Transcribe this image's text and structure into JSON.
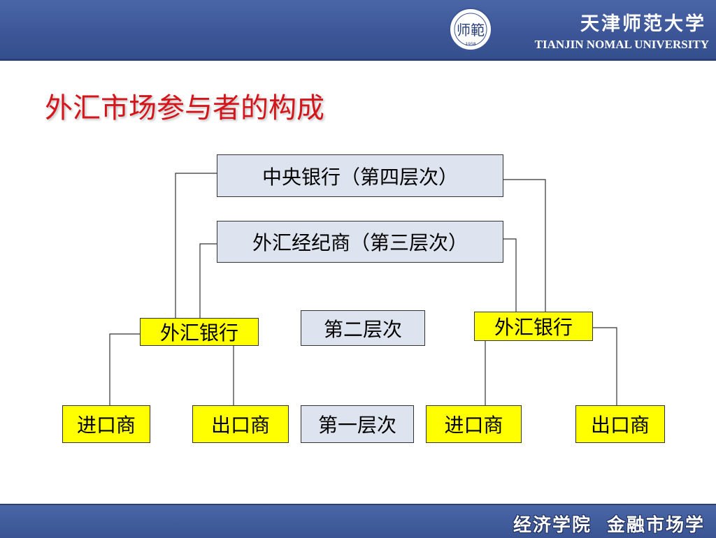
{
  "header": {
    "university_cn": "天津师范大学",
    "university_en": "TIANJIN NOMAL UNIVERSITY",
    "logo_text": "师範",
    "logo_year": "1958",
    "brand_color": "#3c5596"
  },
  "title": "外汇市场参与者的构成",
  "diagram": {
    "central_bank": "中央银行（第四层次）",
    "broker": "外汇经纪商（第三层次）",
    "fx_bank_left": "外汇银行",
    "level_two": "第二层次",
    "fx_bank_right": "外汇银行",
    "importer_left": "进口商",
    "exporter_left": "出口商",
    "level_one": "第一层次",
    "importer_right": "进口商",
    "exporter_right": "出口商",
    "colors": {
      "participant_box": "#ffff00",
      "level_box": "#dde4ef",
      "title": "#d4151b"
    }
  },
  "footer": {
    "school": "经济学院",
    "course": "金融市场学"
  }
}
